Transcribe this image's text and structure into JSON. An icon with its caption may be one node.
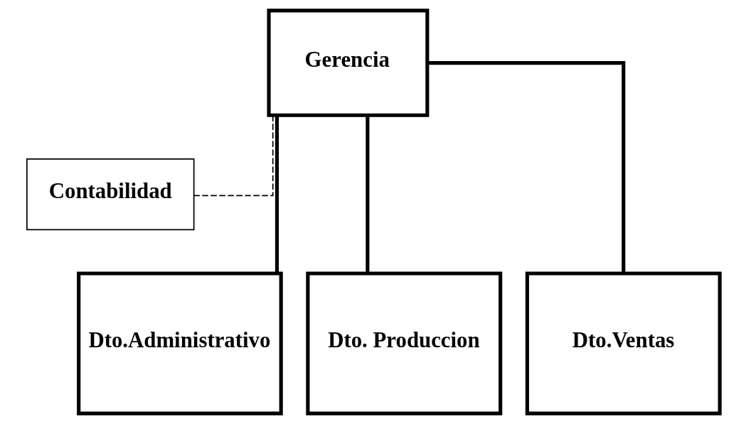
{
  "diagram": {
    "nodes": [
      {
        "text": [
          "Gerencia"
        ]
      },
      {
        "text": [
          "Contabilidad"
        ]
      },
      {
        "text": [
          "Dto.Administrativo"
        ]
      },
      {
        "text": [
          "Dto. Produccion"
        ]
      },
      {
        "text": [
          "Dto.Ventas"
        ]
      }
    ],
    "edges": [
      {
        "from": 0,
        "to": 1,
        "arrow": "none",
        "style": "dashed"
      },
      {
        "from": 0,
        "to": 2,
        "arrow": "none"
      },
      {
        "from": 0,
        "to": 3,
        "arrow": "none"
      },
      {
        "from": 0,
        "to": 4,
        "arrow": "none"
      }
    ]
  }
}
